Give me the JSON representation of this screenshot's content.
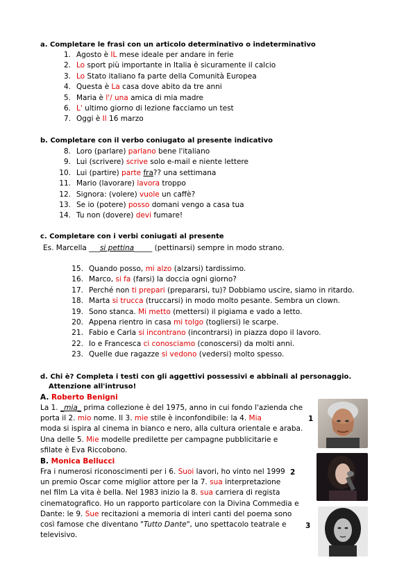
{
  "a": {
    "title": "a.   Completare le frasi con un articolo determinativo o indeterminativo",
    "items": [
      {
        "n": "1.",
        "pre": "Agosto è ",
        "ans": "IL",
        "post": " mese ideale per andare in ferie"
      },
      {
        "n": "2.",
        "pre": "",
        "ans": "Lo",
        "post": " sport più importante in Italia è sicuramente il calcio"
      },
      {
        "n": "3.",
        "pre": "",
        "ans": "Lo",
        "post": " Stato italiano fa parte della Comunità Europea"
      },
      {
        "n": "4.",
        "pre": "Questa è ",
        "ans": "La",
        "post": " casa dove abito da tre anni"
      },
      {
        "n": "5.",
        "pre": "Maria è ",
        "ans": "l'/ una",
        "post": " amica di mia madre"
      },
      {
        "n": "6.",
        "pre": "",
        "ans": "L'",
        "post": " ultimo giorno di lezione facciamo un test"
      },
      {
        "n": "7.",
        "pre": "Oggi è ",
        "ans": "Il",
        "post": " 16 marzo"
      }
    ]
  },
  "b": {
    "title": "b. Completare con il verbo coniugato al presente indicativo",
    "items": [
      {
        "n": "8.",
        "pre": "Loro (parlare) ",
        "ans": "parlano",
        "post": " bene l'italiano"
      },
      {
        "n": "9.",
        "pre": "Lui (scrivere) ",
        "ans": "scrive",
        "post": " solo e-mail e niente lettere"
      },
      {
        "n": "10.",
        "pre": "Lui (partire) ",
        "ans": "parte",
        "ans2": "fra",
        "post": "?? una settimana"
      },
      {
        "n": "11.",
        "pre": "Mario (lavorare) ",
        "ans": "lavora",
        "post": " troppo"
      },
      {
        "n": "12.",
        "pre": "Signora: (volere) ",
        "ans": "vuole",
        "post": " un caffè?"
      },
      {
        "n": "13.",
        "pre": "Se io (potere) ",
        "ans": "posso",
        "post": " domani vengo a casa tua"
      },
      {
        "n": "14.",
        "pre": "Tu non (dovere) ",
        "ans": "devi",
        "post": " fumare!"
      }
    ]
  },
  "c": {
    "title": "c. Completare con i verbi coniugati al presente",
    "example_pre": "Es. Marcella  ",
    "example_blank1": "___",
    "example_ans": "si pettina",
    "example_blank2": "_____",
    "example_post": " (pettinarsi) sempre in modo strano.",
    "items": [
      {
        "n": "15.",
        "pre": "Quando posso, ",
        "ans": "mi alzo",
        "post": " (alzarsi) tardissimo."
      },
      {
        "n": "16.",
        "pre": "Marco, ",
        "ans": "si fa",
        "post": " (farsi) la doccia ogni giorno?"
      },
      {
        "n": "17.",
        "pre": "Perché non ",
        "ans": "ti prepari",
        "post": " (prepararsi, tu)? Dobbiamo uscire, siamo in ritardo."
      },
      {
        "n": "18.",
        "pre": "Marta ",
        "ans": "si trucca",
        "post": "  (truccarsi) in modo molto pesante. Sembra un clown."
      },
      {
        "n": "19.",
        "pre": "Sono stanca. ",
        "ans": "Mi metto",
        "post": " (mettersi) il pigiama e vado a letto."
      },
      {
        "n": "20.",
        "pre": "Appena rientro in casa ",
        "ans": "mi tolgo",
        "post": " (togliersi) le scarpe."
      },
      {
        "n": "21.",
        "pre": "Fabio e Carla ",
        "ans": "si incontrano",
        "post": " (incontrarsi) in piazza dopo il lavoro."
      },
      {
        "n": "22.",
        "pre": "Io e Francesca ",
        "ans": "ci conosciamo",
        "post": " (conoscersi) da molti anni."
      },
      {
        "n": "23.",
        "pre": "Quelle due ragazze ",
        "ans": "si vedono",
        "post": " (vedersi) molto spesso."
      }
    ]
  },
  "d": {
    "title1": "d. Chi è? Completa i testi con gli aggettivi possessivi e abbinali al personaggio.",
    "title2": "Attenzione all'intruso!",
    "A": {
      "label": "A. ",
      "name": "Roberto Benigni",
      "lines": [
        {
          "t": [
            [
              "La 1. ",
              ""
            ],
            [
              "_mia_",
              "u"
            ],
            [
              "  prima collezione è del 1975, anno in cui fondo l'azienda che",
              ""
            ]
          ]
        },
        {
          "t": [
            [
              "porta il 2. ",
              ""
            ],
            [
              "mio",
              "r"
            ],
            [
              " nome. Il 3. ",
              ""
            ],
            [
              "mie",
              "r"
            ],
            [
              " stile è inconfondibile: la 4. ",
              ""
            ],
            [
              "Mia",
              "r"
            ]
          ]
        },
        {
          "t": [
            [
              "moda si ispira al cinema in bianco e nero, alla cultura orientale e araba.",
              ""
            ]
          ]
        },
        {
          "t": [
            [
              "Una delle 5. ",
              ""
            ],
            [
              "Mie",
              "r"
            ],
            [
              " modelle predilette per campagne pubblicitarie e",
              ""
            ]
          ]
        },
        {
          "t": [
            [
              "sfilate è Eva Riccobono.",
              ""
            ]
          ]
        }
      ]
    },
    "B": {
      "label": "B. ",
      "name": "Monica Bellucci",
      "lines": [
        {
          "t": [
            [
              "Fra i numerosi riconoscimenti per i 6. ",
              ""
            ],
            [
              "Suoi",
              "r"
            ],
            [
              " lavori, ho vinto nel 1999",
              ""
            ]
          ]
        },
        {
          "t": [
            [
              "un premio Oscar come miglior attore per la 7. ",
              ""
            ],
            [
              "sua",
              "r"
            ],
            [
              " interpretazione",
              ""
            ]
          ]
        },
        {
          "t": [
            [
              "nel film La vita è bella. Nel 1983 inizio la 8. ",
              ""
            ],
            [
              "sua",
              "r"
            ],
            [
              " carriera di regista",
              ""
            ]
          ]
        },
        {
          "t": [
            [
              "cinematografico. Ho un rapporto particolare con la Divina Commedia e",
              ""
            ]
          ]
        },
        {
          "t": [
            [
              "Dante: le 9. ",
              ""
            ],
            [
              "Sue",
              "r"
            ],
            [
              " recitazioni a memoria di interi canti del poema sono",
              ""
            ]
          ]
        },
        {
          "t": [
            [
              "così famose che diventano \"",
              ""
            ],
            [
              "Tutto Dante",
              "i"
            ],
            [
              "\", uno spettacolo teatrale e",
              ""
            ]
          ]
        },
        {
          "t": [
            [
              "televisivo.",
              ""
            ]
          ]
        }
      ]
    },
    "photo_numbers": [
      "1",
      "2",
      "3"
    ]
  },
  "colors": {
    "answer": "#e00000",
    "text": "#000000"
  }
}
